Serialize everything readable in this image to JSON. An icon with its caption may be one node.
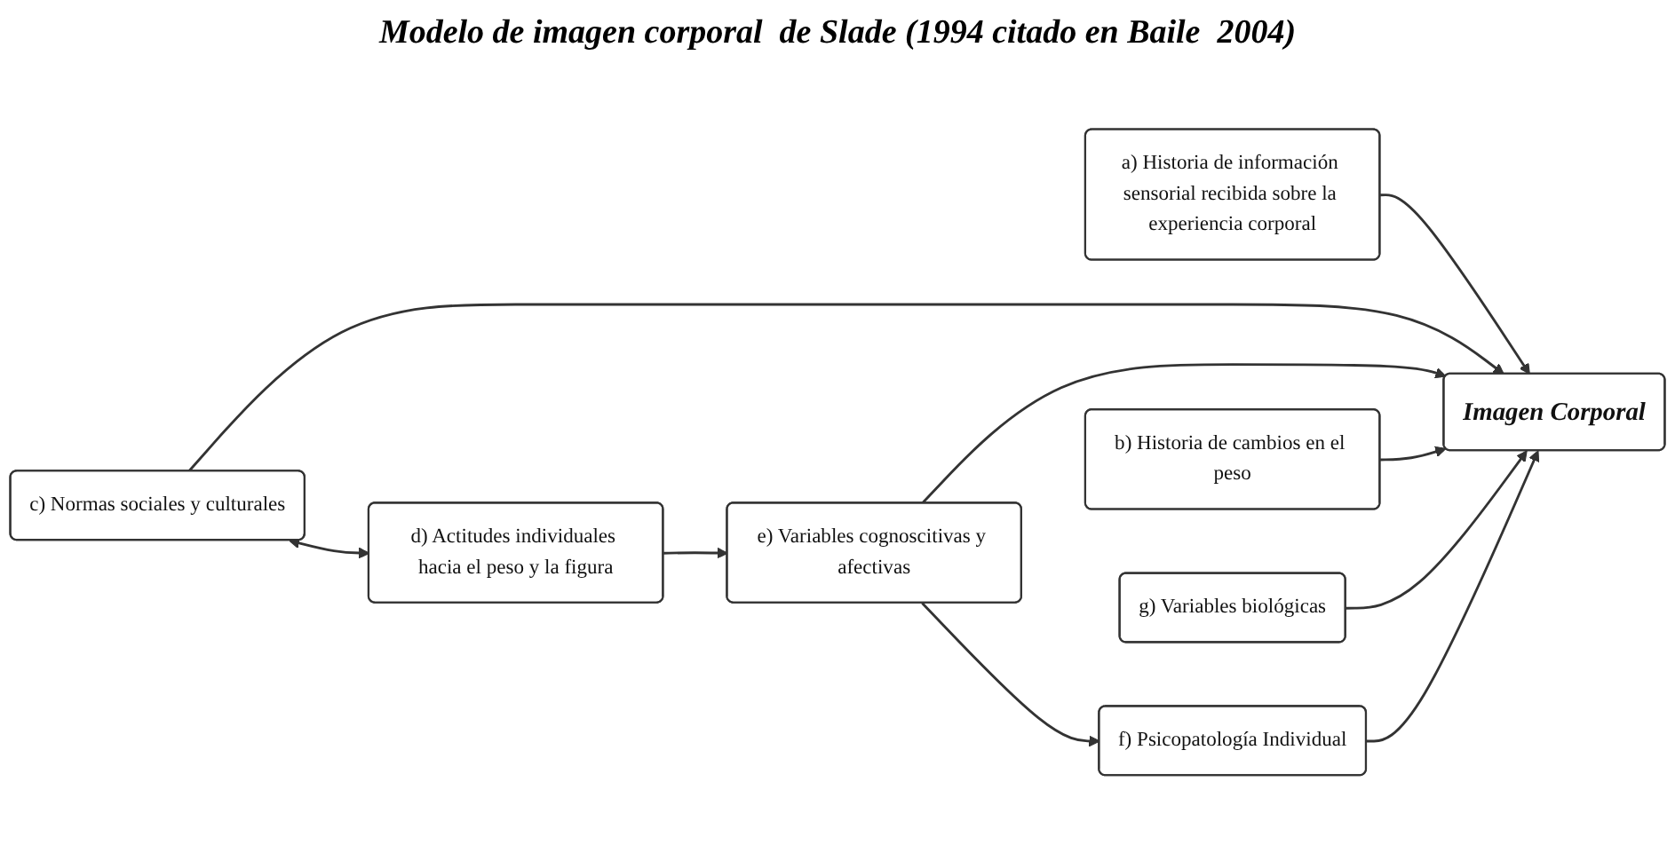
{
  "diagram": {
    "title": "Modelo de imagen corporal  de Slade (1994 citado en Baile  2004)",
    "nodes": [
      {
        "text": [
          "a) Historia de información sensorial recibida sobre la experiencia corporal"
        ]
      },
      {
        "text": [
          "c) Normas sociales y culturales"
        ]
      },
      {
        "text": [
          "d) Actitudes individuales hacia el peso y la figura"
        ]
      },
      {
        "text": [
          "Imagen Corporal"
        ]
      },
      {
        "text": [
          "e) Variables cognoscitivas y afectivas"
        ]
      },
      {
        "text": [
          "b) Historia de cambios en el peso"
        ]
      },
      {
        "text": [
          "g) Variables biológicas"
        ]
      },
      {
        "text": [
          "f) Psicopatología Individual"
        ]
      }
    ],
    "edges": [
      {
        "from": 1,
        "to": 2,
        "arrow": "both"
      },
      {
        "from": 0,
        "to": 3,
        "arrow": "to"
      },
      {
        "from": 1,
        "to": 3,
        "arrow": "to"
      },
      {
        "from": 2,
        "to": 4,
        "arrow": "to"
      },
      {
        "from": 4,
        "to": 3,
        "arrow": "to"
      },
      {
        "from": 5,
        "to": 3,
        "arrow": "to"
      },
      {
        "from": 6,
        "to": 3,
        "arrow": "to"
      },
      {
        "from": 4,
        "to": 7,
        "arrow": "to"
      },
      {
        "from": 7,
        "to": 3,
        "arrow": "to"
      }
    ]
  }
}
